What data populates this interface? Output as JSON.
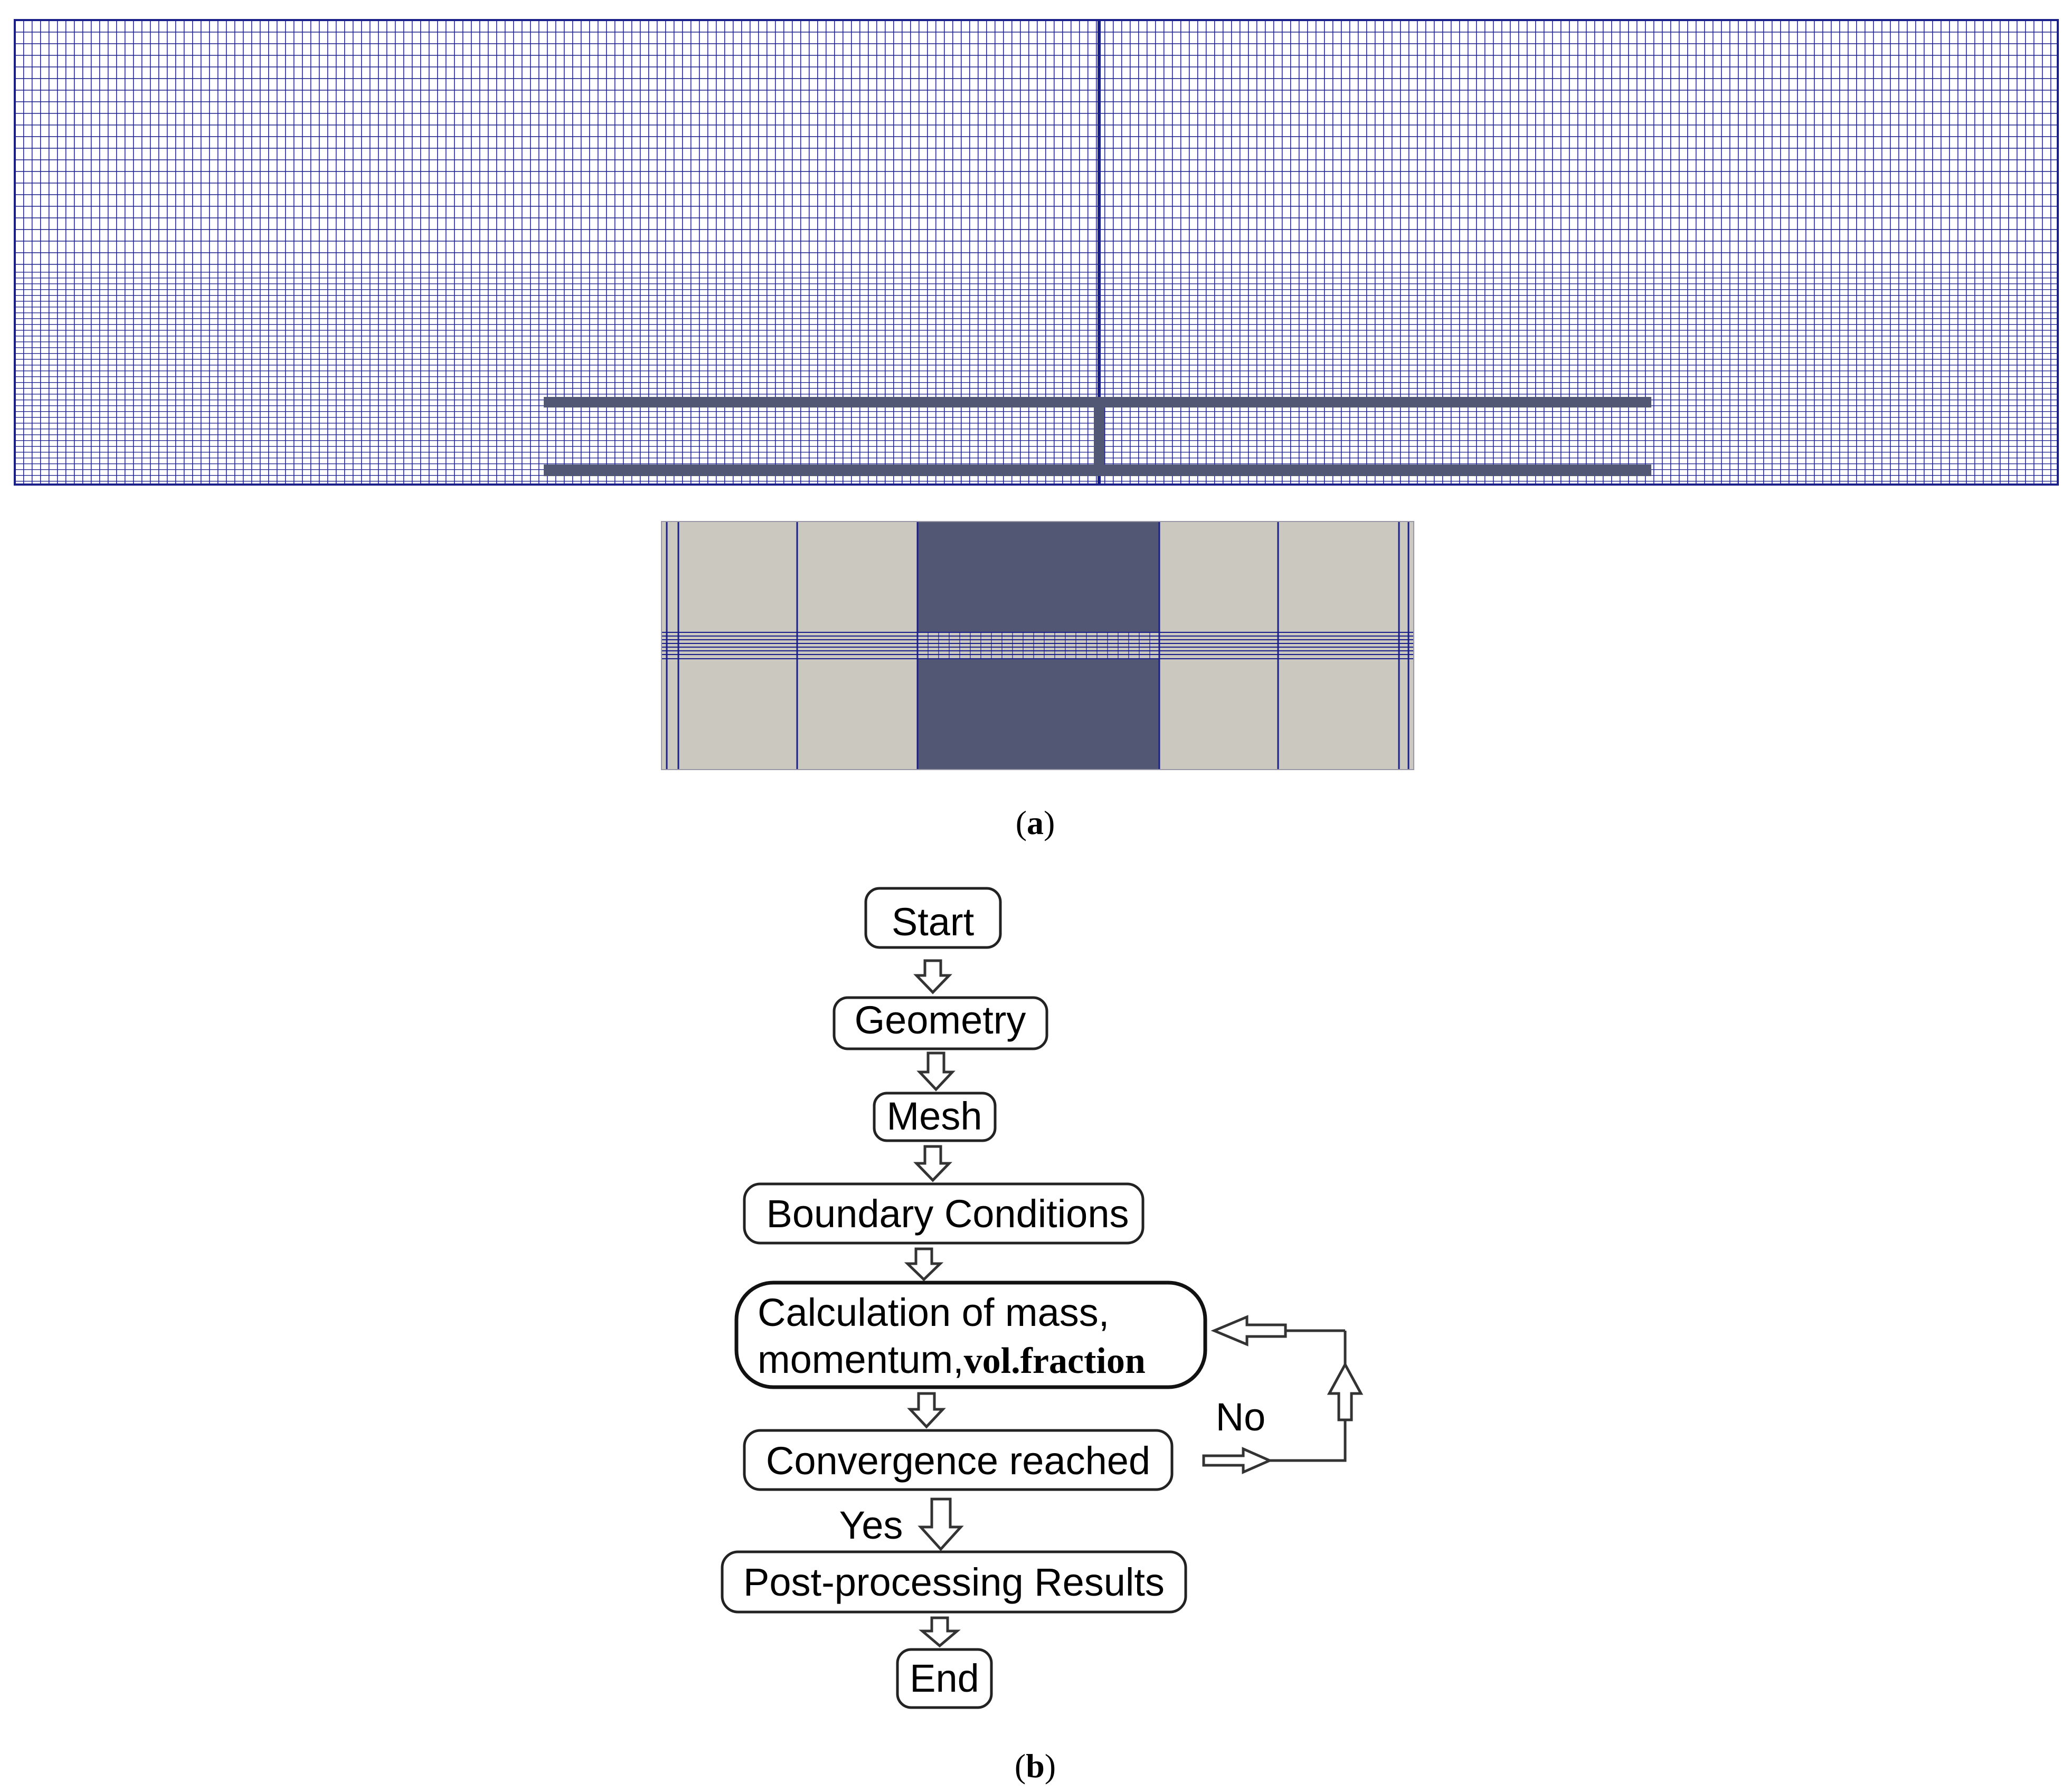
{
  "colors": {
    "mesh_line": "#1b1f8a",
    "mesh_bg": "#ffffff",
    "solid_plate": "#525773",
    "zoom_bg": "#cbc8c0",
    "box_stroke": "#222222",
    "arrow_stroke": "#333333",
    "text": "#000000"
  },
  "panel_a": {
    "caption_paren_open": "(",
    "caption_letter": "a",
    "caption_paren_close": ")"
  },
  "panel_b": {
    "caption_paren_open": "(",
    "caption_letter": "b",
    "caption_paren_close": ")",
    "nodes": {
      "start": "Start",
      "geometry": "Geometry",
      "mesh": "Mesh",
      "boundary": "Boundary Conditions",
      "calc_line1": "Calculation of mass,",
      "calc_line2a": "momentum,",
      "calc_line2b": "vol.fraction",
      "convergence": "Convergence reached",
      "post": "Post-processing Results",
      "end": "End"
    },
    "labels": {
      "no": "No",
      "yes": "Yes"
    }
  }
}
